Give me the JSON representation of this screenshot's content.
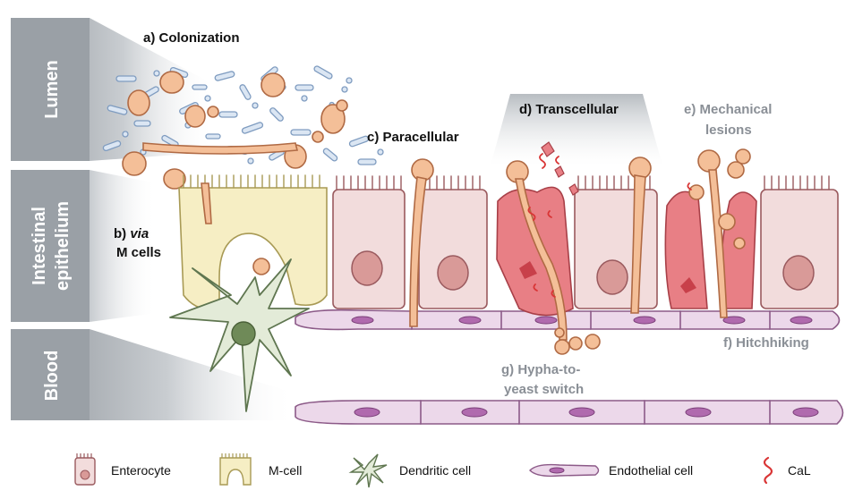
{
  "side_labels": {
    "lumen": "Lumen",
    "epithelium_line1": "Intestinal",
    "epithelium_line2": "epithelium",
    "blood": "Blood"
  },
  "routes": {
    "colonization": "a) Colonization",
    "m_cells_prefix": "b) ",
    "m_cells_via": "via",
    "m_cells_line2": "M cells",
    "paracellular": "c) Paracellular",
    "transcellular": "d) Transcellular",
    "mechanical_line1": "e) Mechanical",
    "mechanical_line2": "lesions",
    "hitchhiking": "f) Hitchhiking",
    "switch_line1": "g) Hypha-to-",
    "switch_line2": "yeast switch"
  },
  "legend": {
    "enterocyte": "Enterocyte",
    "m_cell": "M-cell",
    "dendritic_cell": "Dendritic cell",
    "endothelial_cell": "Endothelial cell",
    "cal": "CaL"
  },
  "colors": {
    "enterocyte_fill": "#f2dcdc",
    "enterocyte_stroke": "#9a5a5e",
    "nucleus": "#d99a98",
    "m_cell_fill": "#f6eec4",
    "m_cell_stroke": "#a89a55",
    "dendritic_fill": "#e3ebd8",
    "dendritic_stroke": "#5f7650",
    "endothelial_fill": "#ecd8ea",
    "endothelial_stroke": "#8c5a88",
    "fungus_fill": "#f4bf98",
    "fungus_stroke": "#b06a44",
    "damaged_fill": "#e87f85",
    "cal_red": "#d93535",
    "side_bar_gray": "#9aa0a6",
    "label_gray": "#8a8f96"
  }
}
